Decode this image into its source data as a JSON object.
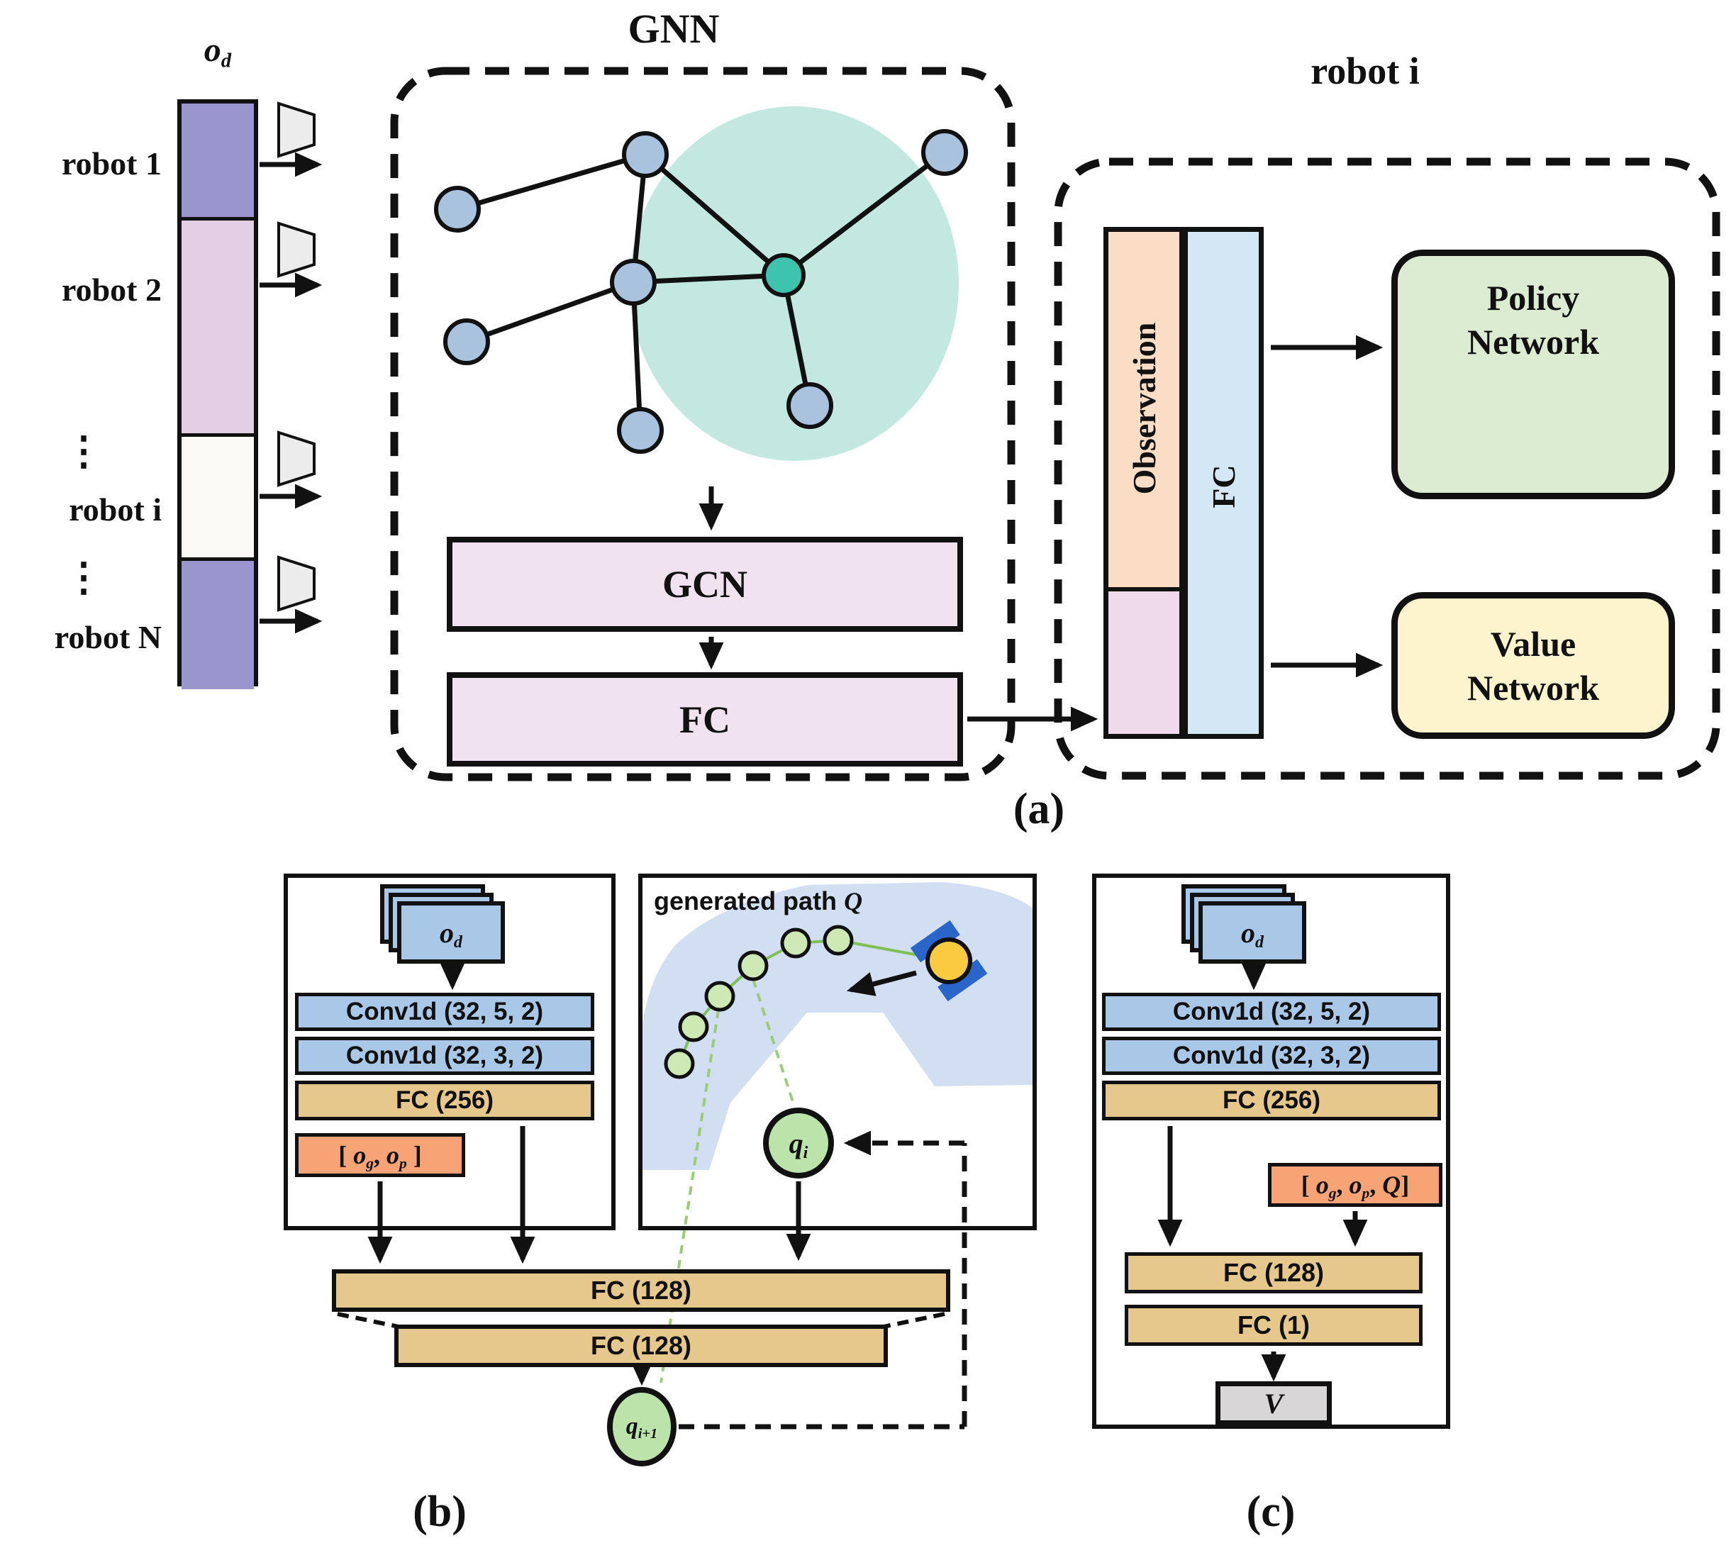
{
  "part_a": {
    "gnn_title": "GNN",
    "od_label": {
      "base": "o",
      "sub": "d"
    },
    "robots": [
      "robot 1",
      "robot 2",
      "robot i",
      "robot N"
    ],
    "ellipsis": "⋮",
    "gcn_label": "GCN",
    "fc_label": "FC",
    "robot_i_title": "robot i",
    "observation_label": "Observation",
    "fc_bar_label": "FC",
    "policy_line1": "Policy",
    "policy_line2": "Network",
    "value_line1": "Value",
    "value_line2": "Network",
    "caption": "(a)"
  },
  "part_b": {
    "od": {
      "base": "o",
      "sub": "d"
    },
    "conv1": "Conv1d (32, 5, 2)",
    "conv2": "Conv1d (32, 3, 2)",
    "fc256": "FC (256)",
    "ogop": {
      "open": "[ ",
      "o1": "o",
      "s1": "g",
      "sep": ", ",
      "o2": "o",
      "s2": "p",
      "close": " ]"
    },
    "gen_path_text": "generated path ",
    "gen_path_q": "Q",
    "qi": {
      "base": "q",
      "sub": "i"
    },
    "fc128_a": "FC (128)",
    "fc128_b": "FC (128)",
    "qi1": {
      "base": "q",
      "sub": "i+1"
    },
    "caption": "(b)"
  },
  "part_c": {
    "od": {
      "base": "o",
      "sub": "d"
    },
    "conv1": "Conv1d (32, 5, 2)",
    "conv2": "Conv1d (32, 3, 2)",
    "fc256": "FC (256)",
    "ogopq": {
      "open": "[ ",
      "o1": "o",
      "s1": "g",
      "sep1": ", ",
      "o2": "o",
      "s2": "p",
      "sep2": ", ",
      "q": "Q",
      "close": "]"
    },
    "fc128": "FC (128)",
    "fc1": "FC (1)",
    "v_label": "V",
    "caption": "(c)"
  },
  "colors": {
    "robot_block_purple": "#9a96cd",
    "robot_block_pink": "#e3cee3",
    "robot_block_white": "#fbf9f6",
    "trapezoid_gray": "#ececec",
    "node_blue": "#a9c3de",
    "node_teal": "#3ec4ae",
    "teal_halo": "#c3e8e0",
    "gcn_fill": "#f1e2ef",
    "observation_peach": "#fbdcc5",
    "observation_lavender": "#eedaea",
    "fc_bar_blue": "#d4e7f4",
    "policy_green": "#dcecd2",
    "value_yellow": "#fdf3cd",
    "conv_blue": "#a9c8e8",
    "fc_tan": "#e7c88c",
    "concat_orange": "#f7a376",
    "waypoint_green": "#cfe9b4",
    "path_line_green": "#7fc055",
    "q_node_green": "#bce3aa",
    "region_blue": "#d2dff2",
    "robot_yellow": "#fbca3e",
    "wheel_blue": "#2a65c9",
    "v_gray": "#d8d6d6"
  }
}
